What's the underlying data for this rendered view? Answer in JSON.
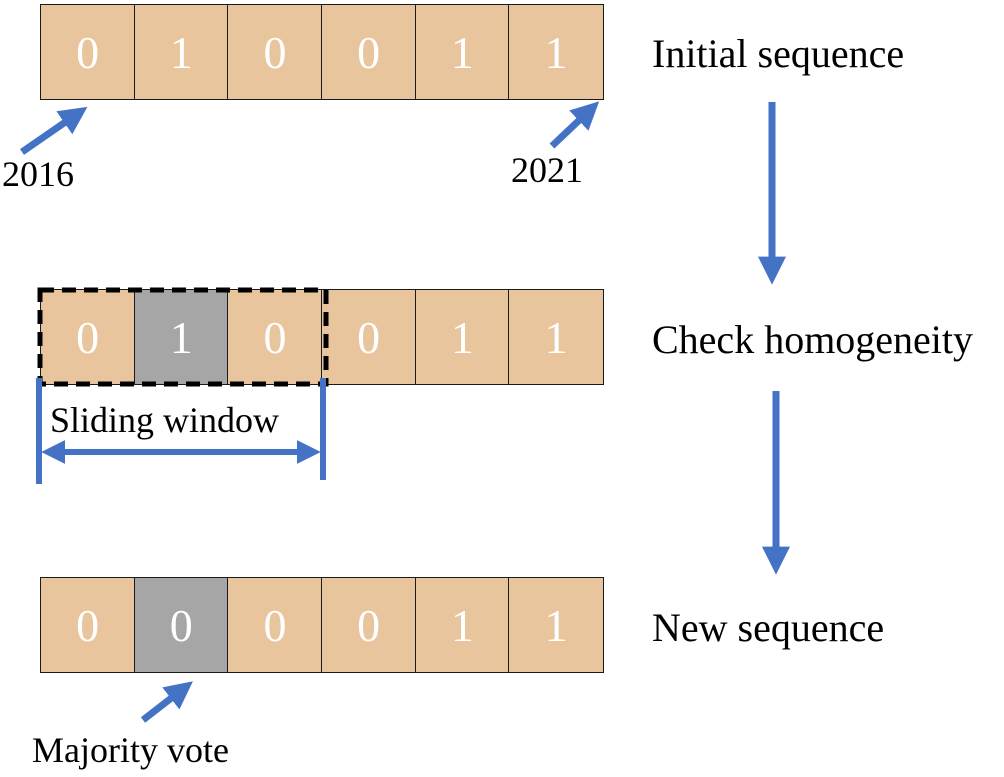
{
  "rows": [
    {
      "id": "initial",
      "label": "Initial sequence",
      "cells": [
        {
          "value": "0",
          "highlight": false
        },
        {
          "value": "1",
          "highlight": false
        },
        {
          "value": "0",
          "highlight": false
        },
        {
          "value": "0",
          "highlight": false
        },
        {
          "value": "1",
          "highlight": false
        },
        {
          "value": "1",
          "highlight": false
        }
      ]
    },
    {
      "id": "check",
      "label": "Check homogeneity",
      "cells": [
        {
          "value": "0",
          "highlight": false
        },
        {
          "value": "1",
          "highlight": true
        },
        {
          "value": "0",
          "highlight": false
        },
        {
          "value": "0",
          "highlight": false
        },
        {
          "value": "1",
          "highlight": false
        },
        {
          "value": "1",
          "highlight": false
        }
      ]
    },
    {
      "id": "new",
      "label": "New sequence",
      "cells": [
        {
          "value": "0",
          "highlight": false
        },
        {
          "value": "0",
          "highlight": true
        },
        {
          "value": "0",
          "highlight": false
        },
        {
          "value": "0",
          "highlight": false
        },
        {
          "value": "1",
          "highlight": false
        },
        {
          "value": "1",
          "highlight": false
        }
      ]
    }
  ],
  "annotations": {
    "start_year": "2016",
    "end_year": "2021",
    "window_label": "Sliding window",
    "vote_label": "Majority vote"
  },
  "colors": {
    "cell_fill": "#e8c59c",
    "highlight_fill": "#a6a6a6",
    "arrow": "#4472c4",
    "cell_text": "#ffffff"
  }
}
